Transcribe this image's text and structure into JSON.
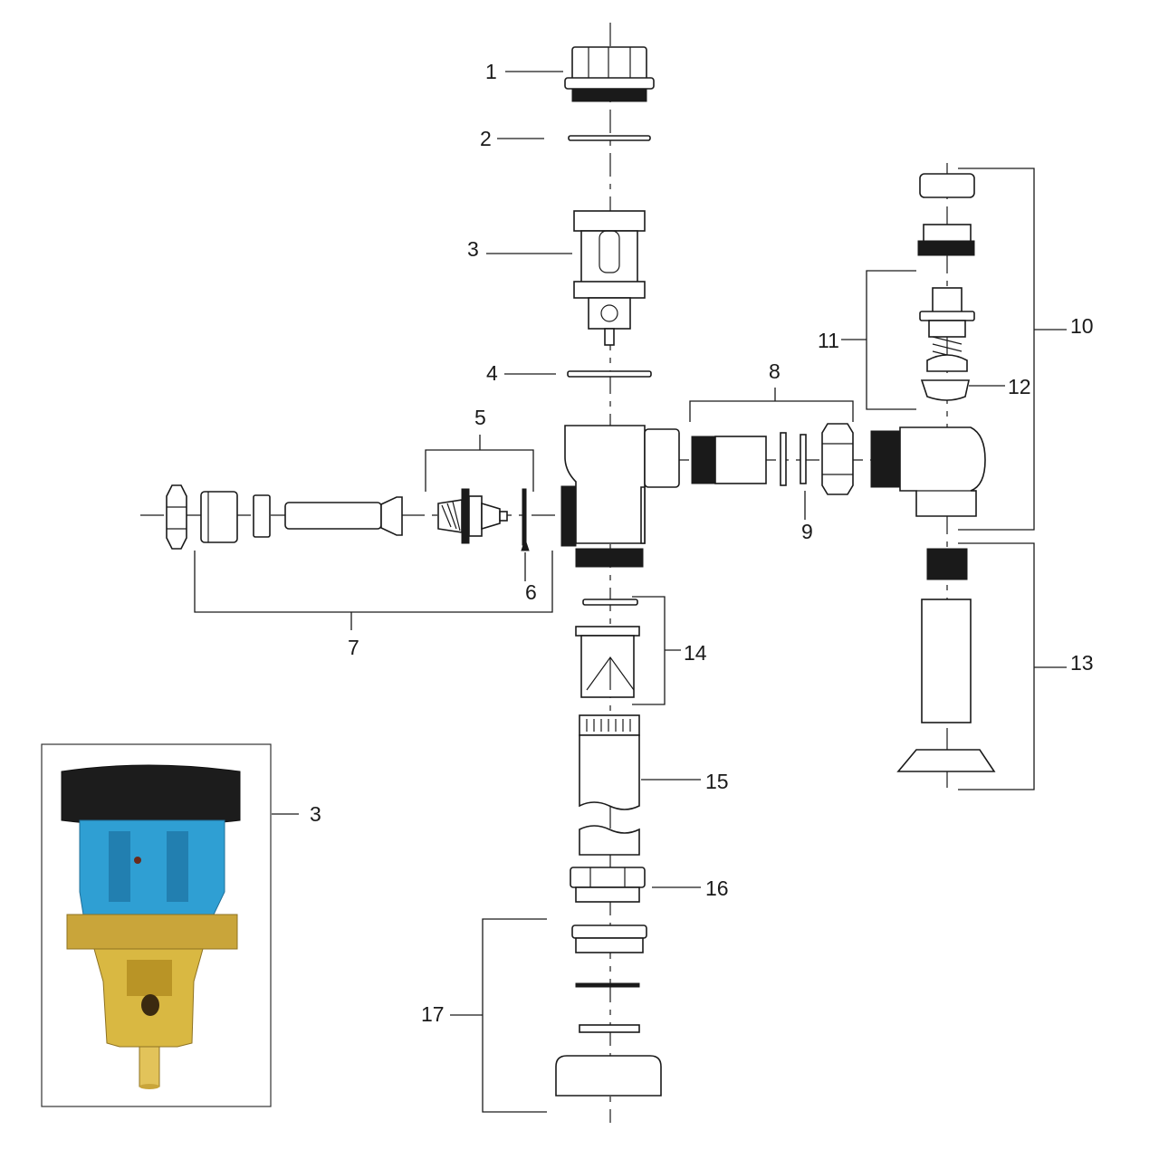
{
  "callouts": {
    "c1": "1",
    "c2": "2",
    "c3": "3",
    "c4": "4",
    "c5": "5",
    "c6": "6",
    "c7": "7",
    "c8": "8",
    "c9": "9",
    "c10": "10",
    "c11": "11",
    "c12": "12",
    "c13": "13",
    "c14": "14",
    "c15": "15",
    "c16": "16",
    "c17": "17",
    "inset": "3"
  },
  "colors": {
    "line": "#1a1a1a",
    "rubber_black": "#1c1c1c",
    "plastic_blue": "#2f9fd3",
    "brass": "#c9a53a"
  }
}
